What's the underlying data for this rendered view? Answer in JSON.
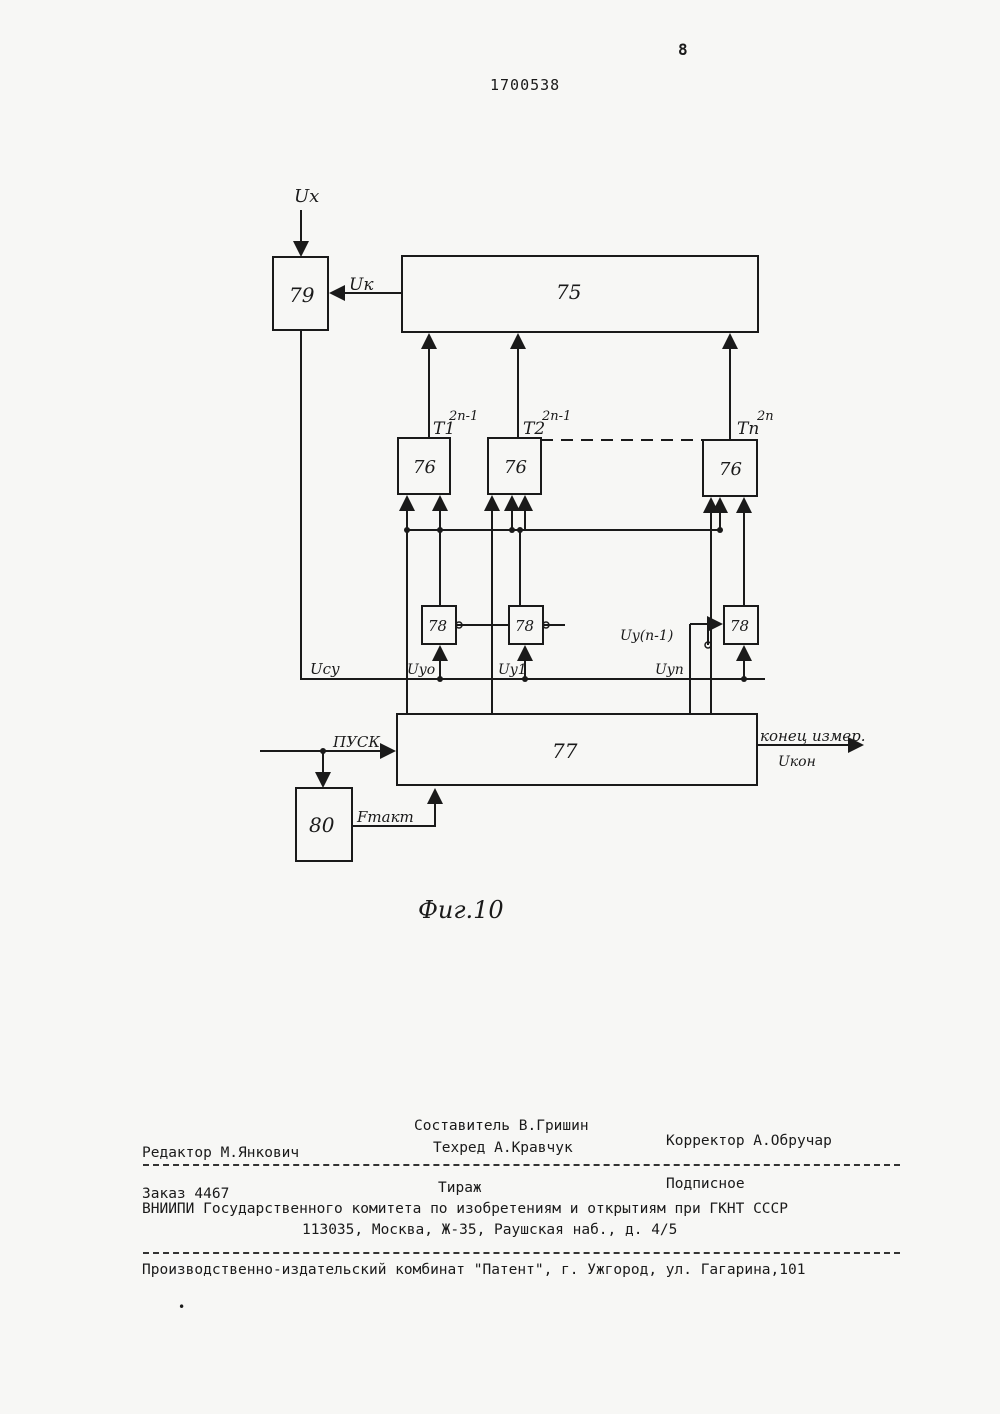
{
  "header": {
    "patent_number": "1700538",
    "page_mark": "8"
  },
  "diagram": {
    "blocks": {
      "b75": "75",
      "b76": "76",
      "b77": "77",
      "b78": "78",
      "b79": "79",
      "b80": "80"
    },
    "signals": {
      "ux": "Ux",
      "uk": "Uк",
      "t1": "T1",
      "t2": "T2",
      "tn": "Tn",
      "exp_2n_1": "2n-1",
      "exp_2n": "2n",
      "ucy": "Ucy",
      "uy0": "Uyо",
      "uy1": "Uy1",
      "uyn": "Uyn",
      "uyn1": "Uy(n-1)",
      "pusk": "ПУСК",
      "ftakt": "Fтакт",
      "end_meas": "конец измер.",
      "ukon": "Uкон"
    },
    "caption": "Фиг.10"
  },
  "footer": {
    "compiler": "Составитель В.Гришин",
    "editor": "Редактор М.Янкович",
    "techred": "Техред А.Кравчук",
    "corrector": "Корректор А.Обручар",
    "order": "Заказ 4467",
    "circulation": "Тираж",
    "subscription": "Подписное",
    "org": "ВНИИПИ Государственного комитета по изобретениям и открытиям при ГКНТ СССР",
    "address": "113035, Москва, Ж-35, Раушская наб., д. 4/5",
    "publisher": "Производственно-издательский комбинат \"Патент\", г. Ужгород, ул. Гагарина,101"
  }
}
